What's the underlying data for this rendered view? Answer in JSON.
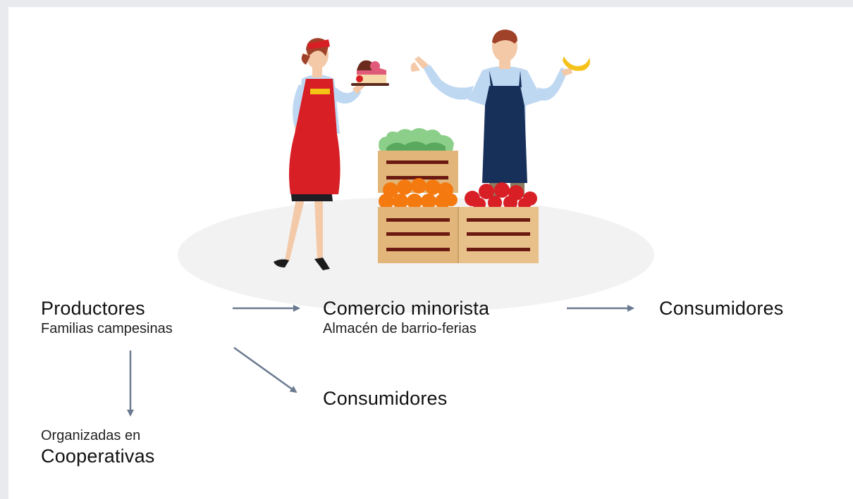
{
  "diagram": {
    "nodes": {
      "productores": {
        "title": "Productores",
        "subtitle": "Familias campesinas"
      },
      "comercio": {
        "title": "Comercio minorista",
        "subtitle": "Almacén de barrio-ferias"
      },
      "consumidores_1": {
        "title": "Consumidores"
      },
      "consumidores_2": {
        "title": "Consumidores"
      },
      "cooperativas": {
        "subtitle": "Organizadas en",
        "title": "Cooperativas"
      }
    },
    "edges": [
      {
        "from": "productores",
        "to": "comercio"
      },
      {
        "from": "comercio",
        "to": "consumidores_1"
      },
      {
        "from": "productores",
        "to": "consumidores_2"
      },
      {
        "from": "productores",
        "to": "cooperativas"
      }
    ],
    "colors": {
      "arrow": "#6b7a90",
      "background": "#e9eaee",
      "card": "#ffffff",
      "ground": "#f2f2f2"
    }
  }
}
